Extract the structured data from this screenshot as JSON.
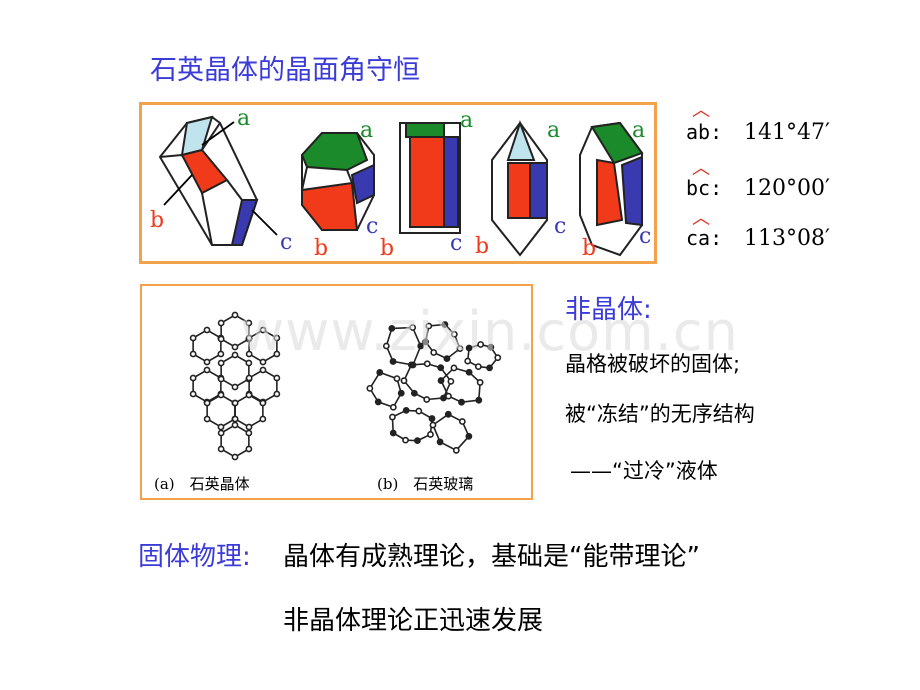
{
  "title": "石英晶体的晶面角守恒",
  "crystal_labels": {
    "a": "a",
    "b": "b",
    "c": "c"
  },
  "angles": [
    {
      "label": "ab:",
      "value": "141°47′"
    },
    {
      "label": "bc:",
      "value": "120°00′"
    },
    {
      "label": "ca:",
      "value": "113°08′"
    }
  ],
  "lattice_captions": {
    "a": "(a)　石英晶体",
    "b": "(b)　石英玻璃"
  },
  "watermark": "www.zixin.com.cn",
  "amorphous": {
    "title": "非晶体:",
    "line1": "晶格被破坏的固体;",
    "line2": "被“冻结”的无序结构",
    "line3": "——“过冷”液体"
  },
  "physics": {
    "label": "固体物理:",
    "text1": "晶体有成熟理论，基础是“能带理论”",
    "text2": "非晶体理论正迅速发展"
  },
  "colors": {
    "title": "#3b3bd8",
    "face_a": "#1a8a2a",
    "face_b": "#f03a1a",
    "face_c": "#3a3ab0",
    "border": "#f2a24a"
  }
}
